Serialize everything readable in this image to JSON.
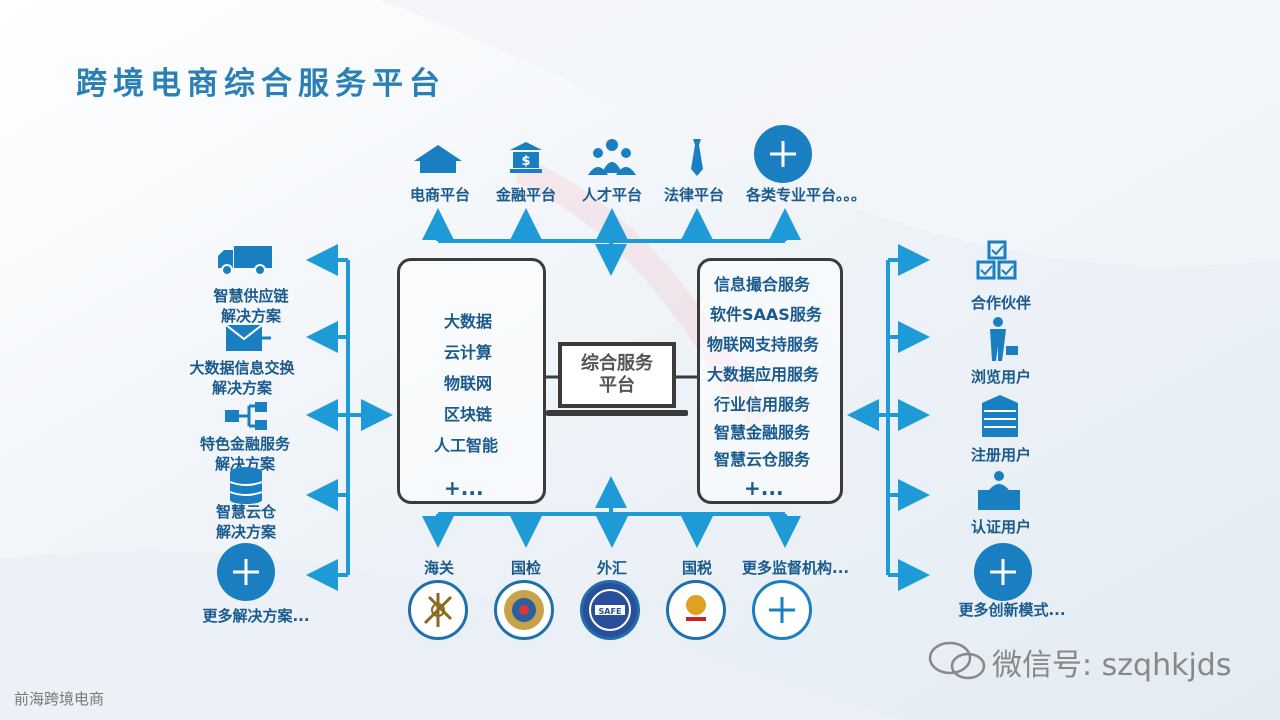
{
  "title": "跨境电商综合服务平台",
  "top_platforms": [
    "电商平台",
    "金融平台",
    "人才平台",
    "法律平台",
    "各类专业平台。。。"
  ],
  "left_solutions": [
    "智慧供应链\n解决方案",
    "大数据信息交换\n解决方案",
    "特色金融服务\n解决方案",
    "智慧云仓\n解决方案",
    "更多解决方案..."
  ],
  "right_users": [
    "合作伙伴",
    "浏览用户",
    "注册用户",
    "认证用户",
    "更多创新模式..."
  ],
  "bottom_agencies": [
    "海关",
    "国检",
    "外汇",
    "国税",
    "更多监督机构..."
  ],
  "tech_list": [
    "大数据",
    "云计算",
    "物联网",
    "区块链",
    "人工智能",
    "+..."
  ],
  "service_list": [
    "信息撮合服务",
    "软件SAAS服务",
    "物联网支持服务",
    "大数据应用服务",
    "行业信用服务",
    "智慧金融服务",
    "智慧云仓服务",
    "+..."
  ],
  "center_label": [
    "综合服务",
    "平台"
  ],
  "wechat_text": "微信号: szqhkjds",
  "watermark_text": "前海跨境电商",
  "colors": {
    "accent": "#1a7fc1",
    "arrow": "#1e9bd7",
    "text": "#1a5a8c"
  },
  "icons": {
    "top": [
      "house-icon",
      "bank-icon",
      "people-icon",
      "tie-icon",
      "plus-icon"
    ],
    "left": [
      "truck-icon",
      "mail-icon",
      "network-icon",
      "database-icon",
      "plus-icon"
    ],
    "right": [
      "boxes-icon",
      "businessman-icon",
      "building-icon",
      "desk-user-icon",
      "plus-icon"
    ],
    "bottom": [
      "customs-seal-icon",
      "inspection-seal-icon",
      "safe-seal-icon",
      "tax-seal-icon",
      "plus-icon"
    ]
  }
}
